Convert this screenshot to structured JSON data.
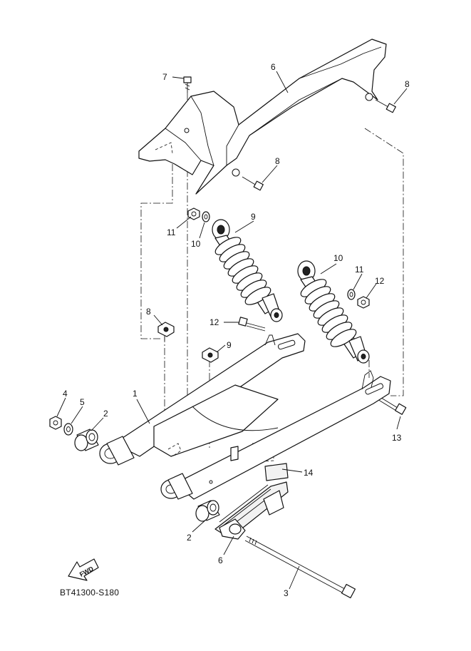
{
  "diagram": {
    "drawing_code": "BT41300-S180",
    "fwd_label": "FWD",
    "callouts": [
      {
        "id": "c1",
        "label": "1",
        "part": "rear-arm"
      },
      {
        "id": "c2a",
        "label": "2",
        "part": "bushing-upper"
      },
      {
        "id": "c2b",
        "label": "2",
        "part": "bushing-lower"
      },
      {
        "id": "c3",
        "label": "3",
        "part": "pivot-shaft"
      },
      {
        "id": "c4",
        "label": "4",
        "part": "nut"
      },
      {
        "id": "c5",
        "label": "5",
        "part": "washer"
      },
      {
        "id": "c6",
        "label": "6",
        "part": "chain-slider"
      },
      {
        "id": "c7",
        "label": "7",
        "part": "chain-case"
      },
      {
        "id": "c8a",
        "label": "8",
        "part": "bolt-top"
      },
      {
        "id": "c8b",
        "label": "8",
        "part": "bolt-right"
      },
      {
        "id": "c8c",
        "label": "8",
        "part": "bolt-middle"
      },
      {
        "id": "c9a",
        "label": "9",
        "part": "clip-left"
      },
      {
        "id": "c9b",
        "label": "9",
        "part": "clip-right"
      },
      {
        "id": "c10a",
        "label": "10",
        "part": "shock-absorber-left"
      },
      {
        "id": "c10b",
        "label": "10",
        "part": "shock-absorber-right"
      },
      {
        "id": "c11a",
        "label": "11",
        "part": "washer-left"
      },
      {
        "id": "c11b",
        "label": "11",
        "part": "washer-right"
      },
      {
        "id": "c12a",
        "label": "12",
        "part": "nut-left"
      },
      {
        "id": "c12b",
        "label": "12",
        "part": "nut-right"
      },
      {
        "id": "c13a",
        "label": "13",
        "part": "bolt-shock-left"
      },
      {
        "id": "c13b",
        "label": "13",
        "part": "bolt-shock-right"
      },
      {
        "id": "c14",
        "label": "14",
        "part": "label"
      }
    ]
  }
}
